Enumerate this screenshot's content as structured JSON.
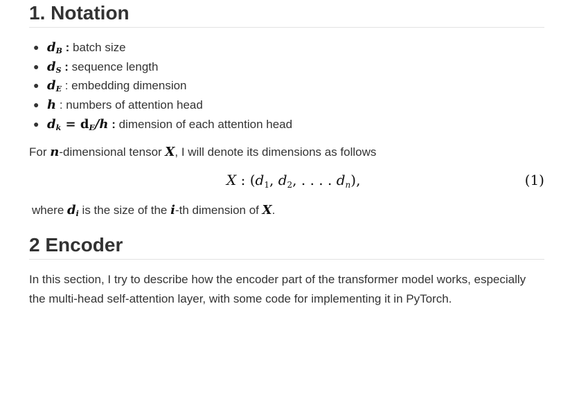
{
  "sections": {
    "notation": {
      "title": "1. Notation"
    },
    "encoder": {
      "title": "2 Encoder",
      "body": "In this section, I try to describe how the encoder part of the transformer model works, especially the multi-head self-attention layer, with some code for implementing it in PyTorch."
    }
  },
  "definitions": [
    {
      "symbol": "d",
      "sub": "B",
      "desc": " batch size"
    },
    {
      "symbol": "d",
      "sub": "S",
      "desc": " sequence length"
    },
    {
      "symbol": "d",
      "sub": "E",
      "desc": " embedding dimension"
    },
    {
      "symbol": "h",
      "sub": "",
      "desc": " numbers of attention head"
    },
    {
      "symbol": "d",
      "sub": "k",
      "rhs": "= d",
      "rhs_sub": "E",
      "rhs_tail": "/h",
      "desc": " dimension of each attention head"
    }
  ],
  "intro": {
    "prefix": "For ",
    "var_n": "n",
    "middle": "-dimensional tensor ",
    "var_X": "X",
    "suffix": ", I will denote its dimensions as follows"
  },
  "equation": {
    "lhs": "X",
    "sep": " : (",
    "d": "d",
    "s1": "1",
    "s2": "2",
    "dots": ", . . . . ",
    "sn": "n",
    "close": "),",
    "number": "(1)"
  },
  "where": {
    "prefix": "where ",
    "d": "d",
    "sub": "i",
    "middle1": " is the size of the ",
    "i": "i",
    "middle2": "-th dimension of ",
    "X": "X",
    "suffix": "."
  }
}
